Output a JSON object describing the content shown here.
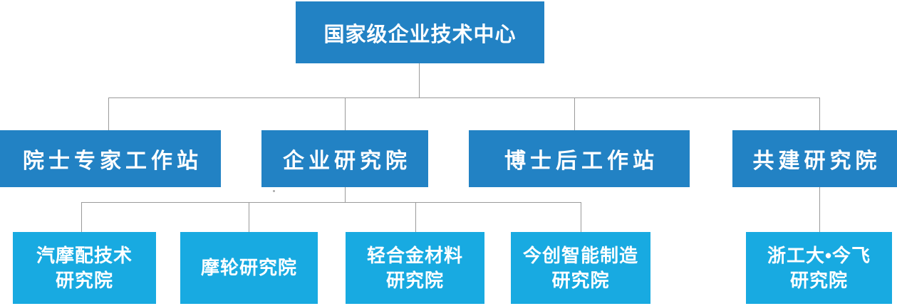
{
  "colors": {
    "level1_box": "#2282c4",
    "level2_box": "#2282c4",
    "level3_box": "#18aae1",
    "connector": "#9a9a9a",
    "text": "#ffffff",
    "background": "#ffffff"
  },
  "org": {
    "root": {
      "label": "国家级企业技术中心"
    },
    "level2": [
      {
        "label": "院士专家工作站"
      },
      {
        "label": "企业研究院"
      },
      {
        "label": "博士后工作站"
      },
      {
        "label": "共建研究院"
      }
    ],
    "level3": [
      {
        "label": "汽摩配技术\n研究院",
        "parent": "企业研究院"
      },
      {
        "label": "摩轮研究院",
        "parent": "企业研究院"
      },
      {
        "label": "轻合金材料\n研究院",
        "parent": "企业研究院"
      },
      {
        "label": "今创智能制造\n研究院",
        "parent": "企业研究院"
      },
      {
        "label": "浙工大•今飞\n研究院",
        "parent": "共建研究院"
      }
    ]
  }
}
